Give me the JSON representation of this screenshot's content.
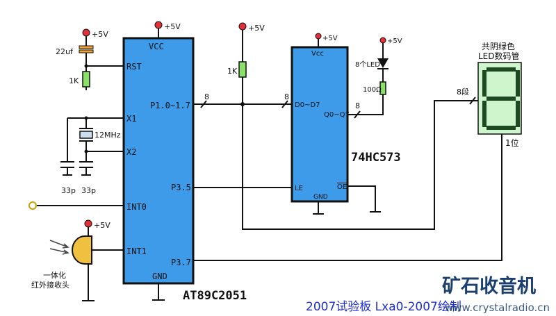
{
  "colors": {
    "chip": "#3d9be9",
    "display": "#cff5cc",
    "resistor": "#8be06a",
    "capacitor": "#f2a230",
    "power_dot": "#e0303a",
    "footer": "#1e2fd0",
    "watermark": "#1b3f6f"
  },
  "mcu": {
    "name": "AT89C2051",
    "vcc": "VCC",
    "rst": "RST",
    "x1": "X1",
    "x2": "X2",
    "int0": "INT0",
    "int1": "INT1",
    "gnd": "GND",
    "p1": "P1.0~1.7",
    "p35": "P3.5",
    "p37": "P3.7"
  },
  "latch": {
    "name": "74HC573",
    "vcc": "Vcc",
    "d": "D0~D7",
    "q": "Q0~Q7",
    "le": "LE",
    "oe": "OE",
    "gnd": "GND"
  },
  "power": "+5V",
  "components": {
    "cap_reset": "22uf",
    "res_reset": "1K",
    "crystal": "12MHz",
    "cap1": "33p",
    "cap2": "33p",
    "pullup": "1K",
    "leds": "8个LED",
    "led_res": "100Ω",
    "ir_line1": "一体化",
    "ir_line2": "红外接收头"
  },
  "bus": {
    "width": "8",
    "segments": "8段",
    "digit": "1位"
  },
  "display": {
    "title1": "共阴绿色",
    "title2": "LED数码管"
  },
  "footer": "2007试验板 Lxa0-2007绘制",
  "watermark": {
    "text": "矿石收音机",
    "url": "www.crystalradio.cn"
  }
}
